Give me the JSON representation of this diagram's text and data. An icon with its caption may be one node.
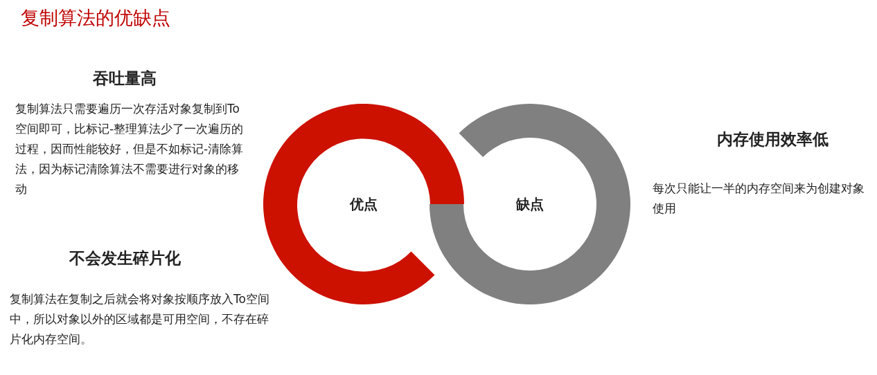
{
  "diagram": {
    "title": "复制算法的优缺点",
    "nodes": [
      {
        "text": [
          "优点"
        ]
      },
      {
        "text": [
          "缺点"
        ]
      }
    ],
    "labels": [
      "吞吐量高",
      "复制算法只需要遍历一次存活对象复制到To空间即可，比标记-整理算法少了一次遍历的过程，因而性能较好，但是不如标记-清除算法，因为标记清除算法不需要进行对象的移动",
      "不会发生碎片化",
      "复制算法在复制之后就会将对象按顺序放入To空间中，所以对象以外的区域都是可用空间，不存在碎片化内存空间。",
      "内存使用效率低",
      "每次只能让一半的内存空间来为创建对象使用"
    ]
  }
}
